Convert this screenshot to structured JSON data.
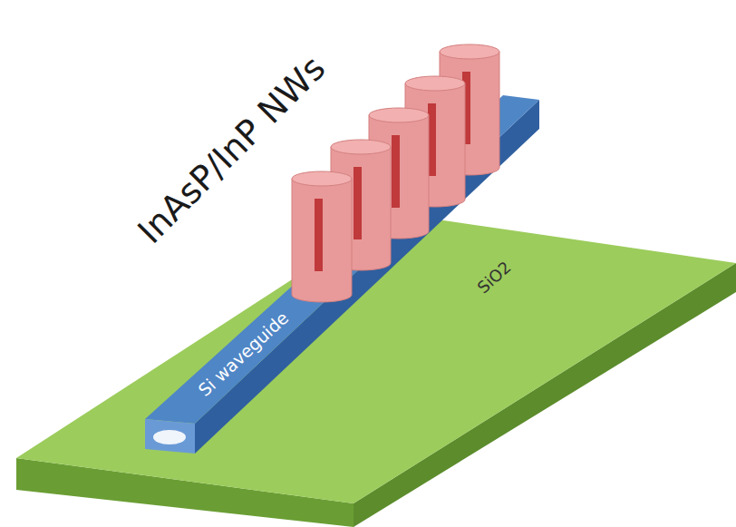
{
  "diagram": {
    "labels": [
      "InAsP/InP NWs",
      "Si waveguide",
      "SiO2"
    ]
  }
}
